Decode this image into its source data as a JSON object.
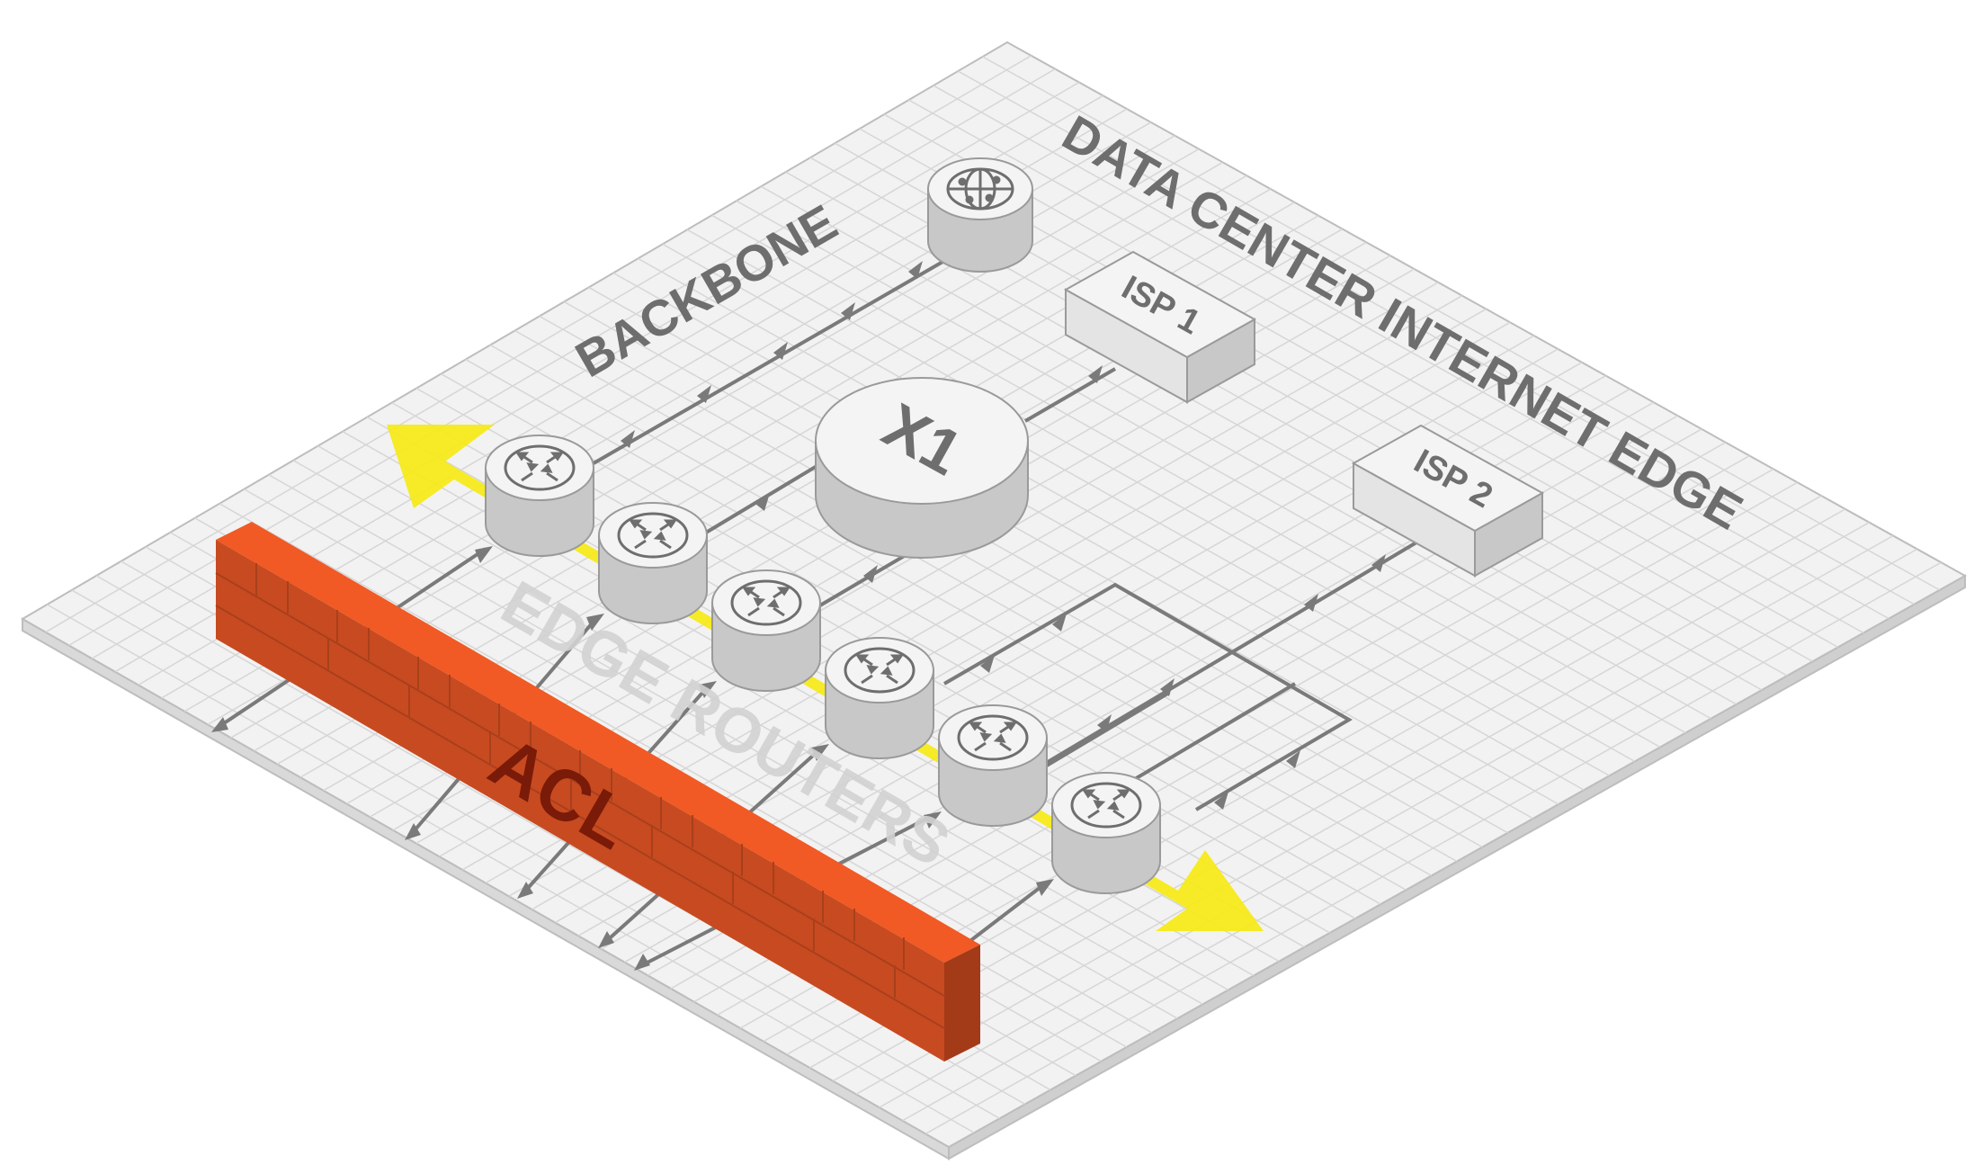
{
  "labels": {
    "backbone": "BACKBONE",
    "dc_edge": "DATA CENTER INTERNET EDGE",
    "edge_routers": "EDGE ROUTERS",
    "acl": "ACL",
    "x1": "X1",
    "isp1": "ISP 1",
    "isp2": "ISP 2"
  },
  "colors": {
    "platform_top": "#f2f2f2",
    "grid": "#d6d6d6",
    "platform_edge": "#bdbdbd",
    "label_gray": "#6e6e6e",
    "line_gray": "#7a7a7a",
    "device_top": "#f4f4f4",
    "device_side": "#c8c8c8",
    "highlight_arrow": "#f5ea1a",
    "firewall_front": "#c84a20",
    "firewall_top": "#f15a24",
    "acl_text": "#7a1a08",
    "edge_routers_text": "#d2d2d2"
  },
  "icons": {
    "backbone_router": "globe-network-icon",
    "edge_router": "router-arrows-icon"
  },
  "edge_router_count": 6
}
